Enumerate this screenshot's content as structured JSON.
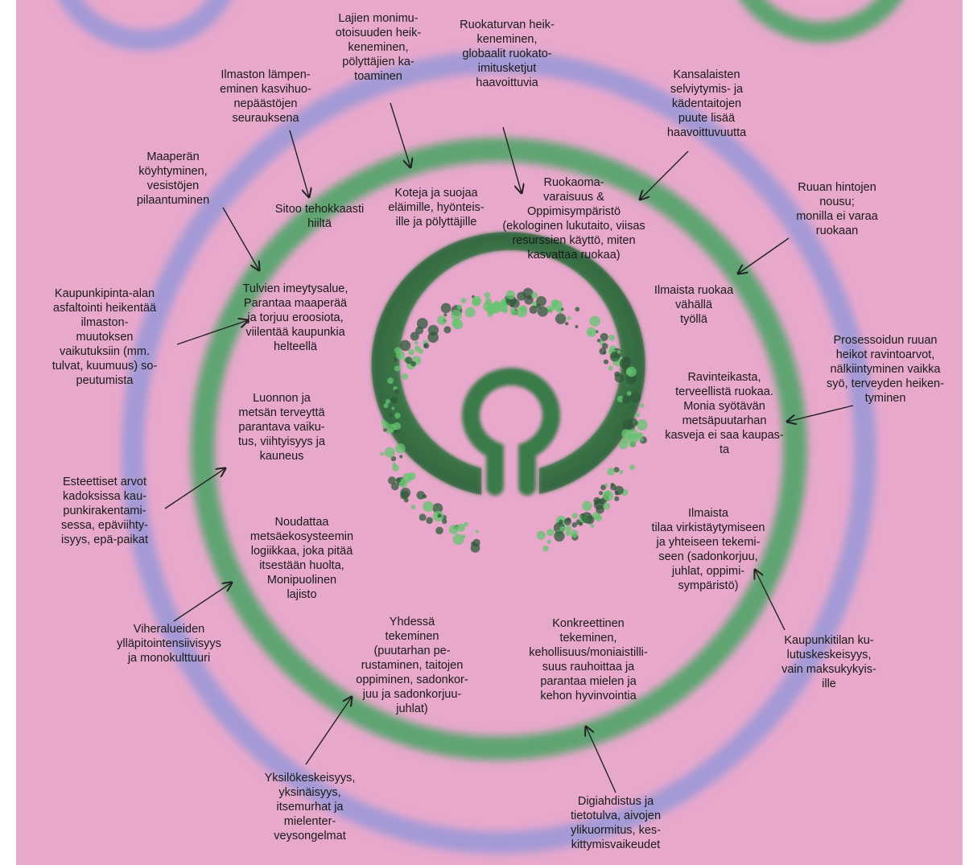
{
  "colors": {
    "background": "#e8a8cc",
    "outer_ring": "#a49ad6",
    "inner_ring": "#5fa472",
    "wreath_dark": "#2f5a3a",
    "wreath_light": "#63c46e",
    "text": "#1a1a1a",
    "arrow": "#222222"
  },
  "inner_labels": [
    {
      "id": "carbon",
      "text": "Sitoo tehokkaasti\nhiiltä"
    },
    {
      "id": "shelter",
      "text": "Koteja ja suojaa\neläimille, hyönteis-\nille ja pölyttäjille"
    },
    {
      "id": "selfsufficiency",
      "text": "Ruokaoma-\nvaraisuus  &\nOppimisympäristö\n(ekologinen lukutaito, viisas\nresurssien käyttö, miten\nkasvattaa ruokaa)"
    },
    {
      "id": "freefood",
      "text": "Ilmaista ruokaa\nvähällä\ntyöllä"
    },
    {
      "id": "flood",
      "text": "Tulvien imeytysalue,\nParantaa maaperää\nja torjuu eroosiota,\nviilentää kaupunkia\nhelteellä"
    },
    {
      "id": "nature",
      "text": "Luonnon ja\nmetsän terveyttä\nparantava vaiku-\ntus, viihtyisyys ja\nkauneus"
    },
    {
      "id": "nutrition",
      "text": "Ravinteikasta,\nterveellistä ruokaa.\nMonia syötävän\nmetsäpuutarhan\nkasveja ei saa kaupas-\nta"
    },
    {
      "id": "ecosystem",
      "text": "Noudattaa\nmetsäekosysteemin\nlogiikkaa, joka pitää\nitsestään huolta,\nMonipuolinen\nlajisto"
    },
    {
      "id": "recreation",
      "text": "Ilmaista\ntilaa virkistäytymiseen\nja yhteiseen tekemi-\nseen (sadonkorjuu,\njuhlat, oppimi-\nsympäristö)"
    },
    {
      "id": "together",
      "text": "Yhdessä\ntekeminen\n(puutarhan pe-\nrustaminen, taitojen\noppiminen, sadonkor-\njuu ja sadonkorjuu-\njuhlat)"
    },
    {
      "id": "concrete",
      "text": "Konkreettinen\ntekeminen,\nkehollisuus/moniaistilli-\nsuus rauhoittaa ja\nparantaa mielen ja\nkehon hyvinvointia"
    }
  ],
  "outer_labels": [
    {
      "id": "biodiversity",
      "text": "Lajien monimu-\notoisuuden heik-\nkeneminen,\npölyttäjien ka-\ntoaminen"
    },
    {
      "id": "foodsecurity",
      "text": "Ruokaturvan heik-\nkeneminen,\nglobaalit ruokato-\nimitusketjut\nhaavoittuvia"
    },
    {
      "id": "warming",
      "text": "Ilmaston lämpen-\neminen kasvihuo-\nnepäästöjen\nseurauksena"
    },
    {
      "id": "skills",
      "text": "Kansalaisten\nselviytymis- ja\nkädentaitojen\npuute lisää\nhaavoittuvuutta"
    },
    {
      "id": "soil",
      "text": "Maaperän\nköyhtyminen,\nvesistöjen\npilaantuminen"
    },
    {
      "id": "prices",
      "text": "Ruuan hintojen\nnousu;\nmonilla ei varaa\nruokaan"
    },
    {
      "id": "asphalt",
      "text": "Kaupunkipinta-alan\nasfaltointi heikentää\nilmaston-\nmuutoksen\nvaikutuksiin (mm.\ntulvat, kuumuus) so-\npeutumista"
    },
    {
      "id": "processed",
      "text": "Prosessoidun ruuan\nheikot ravintoarvot,\nnälkiintyminen vaikka\nsyö, terveyden heiken-\ntyminen"
    },
    {
      "id": "aesthetic",
      "text": "Esteettiset arvot\nkadoksissa kau-\npunkirakentami-\nsessa, epäviihty-\nisyys, epä-paikat"
    },
    {
      "id": "maintenance",
      "text": "Viheralueiden\nylläpitointensiivisyys\nja monokulttuuri"
    },
    {
      "id": "consumption",
      "text": "Kaupunkitilan ku-\nlutuskeskeisyys,\nvain maksukykyis-\nille"
    },
    {
      "id": "loneliness",
      "text": "Yksilökeskeisyys,\nyksinäisyys,\nitsemurhat ja\nmielenter-\nveysongelmat"
    },
    {
      "id": "digital",
      "text": "Digiahdistus ja\ntietotulva, aivojen\nylikuormitus, kes-\nkittymisvaikeudet"
    }
  ]
}
